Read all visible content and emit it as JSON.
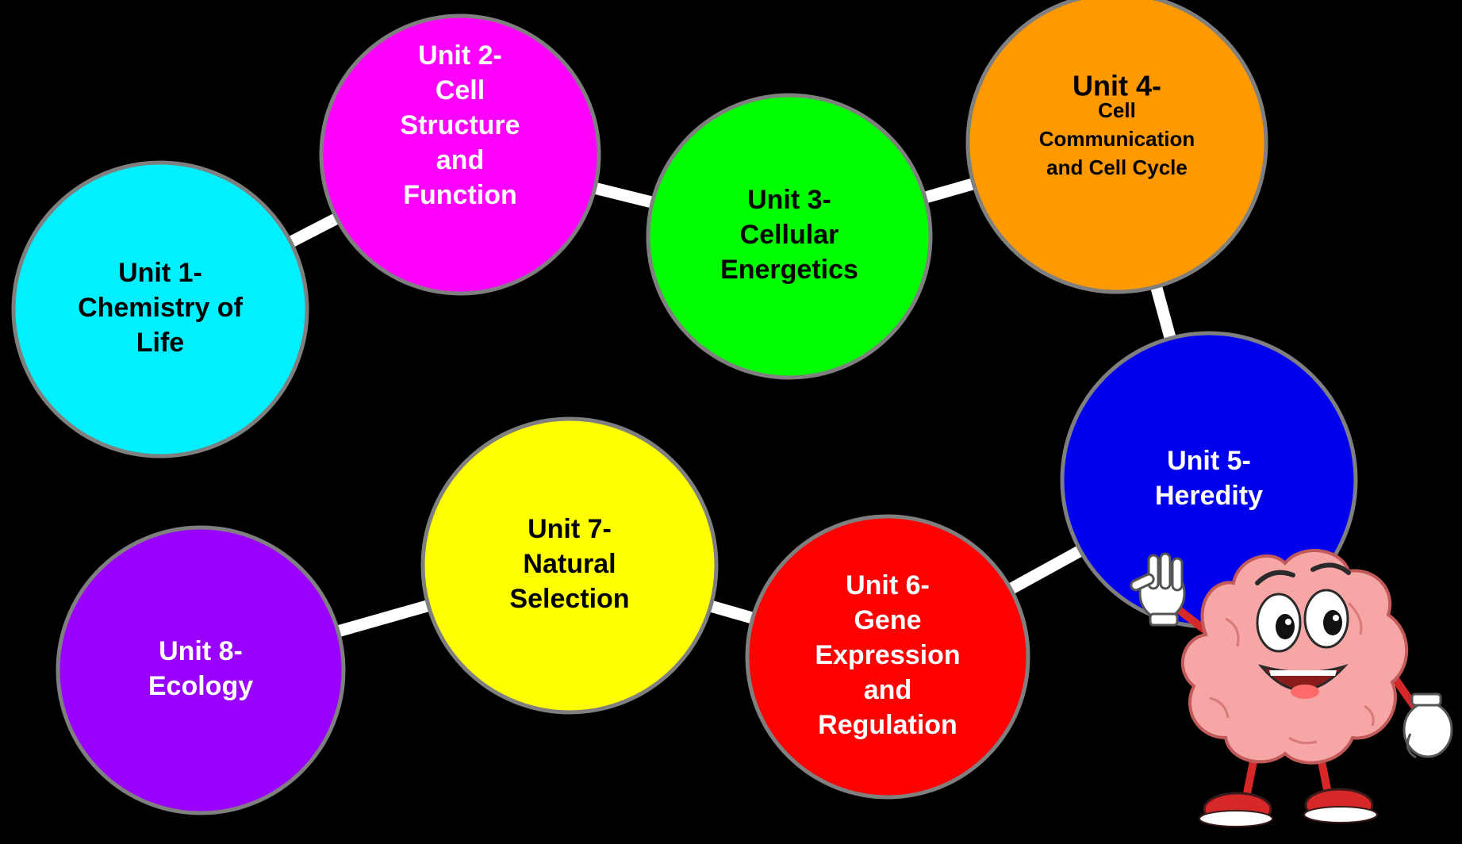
{
  "diagram": {
    "background": "#000000",
    "link_color": "#ffffff",
    "node_border_color": "#7f7f7f",
    "units": [
      {
        "id": "unit-1",
        "title": "Unit 1-",
        "lines": [
          "Chemistry of",
          "Life"
        ],
        "fill": "#00f0ff",
        "text_color": "#000000"
      },
      {
        "id": "unit-2",
        "title": "Unit 2-",
        "lines": [
          "Cell",
          "Structure",
          "and",
          "Function"
        ],
        "fill": "#ff00ff",
        "text_color": "#ffffff"
      },
      {
        "id": "unit-3",
        "title": "Unit 3-",
        "lines": [
          "Cellular",
          "Energetics"
        ],
        "fill": "#00ff00",
        "text_color": "#000000"
      },
      {
        "id": "unit-4",
        "title": "Unit 4-",
        "lines": [
          "Cell",
          "Communication",
          "and Cell Cycle"
        ],
        "fill": "#ff9900",
        "text_color": "#000000"
      },
      {
        "id": "unit-5",
        "title": "Unit 5-",
        "lines": [
          "Heredity"
        ],
        "fill": "#0000ee",
        "text_color": "#ffffff"
      },
      {
        "id": "unit-6",
        "title": "Unit 6-",
        "lines": [
          "Gene",
          "Expression",
          "and",
          "Regulation"
        ],
        "fill": "#ff0000",
        "text_color": "#ffffff"
      },
      {
        "id": "unit-7",
        "title": "Unit 7-",
        "lines": [
          "Natural",
          "Selection"
        ],
        "fill": "#ffff00",
        "text_color": "#000000"
      },
      {
        "id": "unit-8",
        "title": "Unit 8-",
        "lines": [
          "Ecology"
        ],
        "fill": "#9900ff",
        "text_color": "#ffffff"
      }
    ],
    "links": [
      [
        "unit-1",
        "unit-2"
      ],
      [
        "unit-2",
        "unit-3"
      ],
      [
        "unit-3",
        "unit-4"
      ],
      [
        "unit-4",
        "unit-5"
      ],
      [
        "unit-5",
        "unit-6"
      ],
      [
        "unit-6",
        "unit-7"
      ],
      [
        "unit-7",
        "unit-8"
      ]
    ],
    "mascot": {
      "name": "brain-mascot-waving",
      "body_color": "#f7a6a6",
      "glove_color": "#ffffff",
      "shoe_color": "#d62828"
    }
  }
}
